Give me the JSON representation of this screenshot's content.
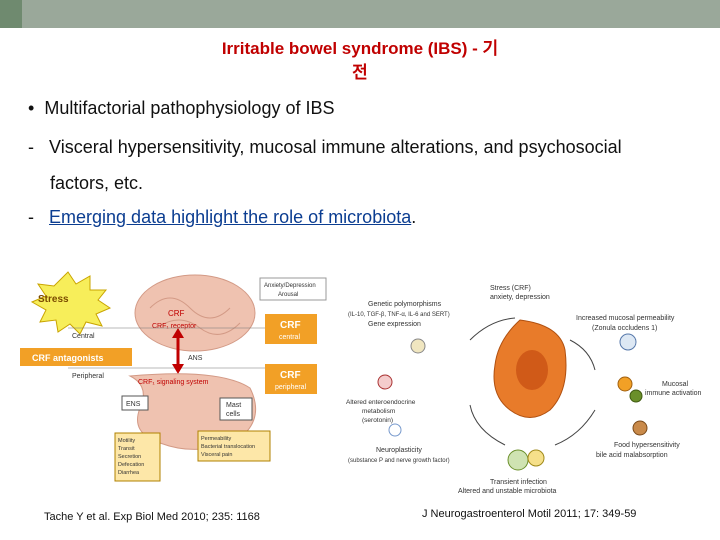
{
  "slide": {
    "title_line1": "Irritable bowel syndrome (IBS) - 기",
    "title_line2": "전",
    "bullet_marker": "•",
    "bullet": "Multifactorial pathophysiology of IBS",
    "dash": "-",
    "line1a": "Visceral hypersensitivity, mucosal immune alterations, and psychosocial",
    "line1b": "factors, etc.",
    "line2_link": "Emerging data highlight the role of microbiota",
    "line2_tail": ".",
    "citation_left": "Tache Y et al. Exp Biol Med 2010; 235: 1168",
    "citation_right": "J Neurogastroenterol Motil 2011; 17: 349-59"
  },
  "left_figure": {
    "stress": "Stress",
    "anxiety": "Anxiety/Depression",
    "arousal": "Arousal",
    "crf_receptor_1": "CRF",
    "crf_receptor_2": "CRF₁ receptor",
    "central": "Central",
    "crf_central_1": "CRF",
    "crf_central_2": "central",
    "crf_antagonists": "CRF antagonists",
    "ans": "ANS",
    "peripheral": "Peripheral",
    "crf_signaling": "CRF₁ signaling system",
    "crf_peripheral_1": "CRF",
    "crf_peripheral_2": "peripheral",
    "ens": "ENS",
    "mast_1": "Mast",
    "mast_2": "cells",
    "motility": "Motility",
    "transit": "Transit",
    "secretion": "Secretion",
    "defecation": "Defecation",
    "diarrhea": "Diarrhea",
    "permeability": "Permeability",
    "bacterial": "Bacterial translocation",
    "visceral_pain": "Visceral pain"
  },
  "right_figure": {
    "stress_1": "Stress (CRF)",
    "stress_2": "anxiety, depression",
    "genetic_1": "Genetic polymorphisms",
    "genetic_2": "(IL-10, TGF-β, TNF-α, IL-6 and SERT)",
    "genetic_3": "Gene expression",
    "perm_1": "Increased mucosal permeability",
    "perm_2": "(Zonula occludens 1)",
    "entero_1": "Altered enteroendocrine",
    "entero_2": "metabolism",
    "entero_3": "(serotonin)",
    "mucosal_1": "Mucosal",
    "mucosal_2": "immune activation",
    "neuro_1": "Neuroplasticity",
    "neuro_2": "(substance P and nerve growth factor)",
    "food_1": "Food hypersensitivity",
    "food_2": "bile acid malabsorption",
    "infection_1": "Transient infection",
    "infection_2": "Altered and unstable microbiota"
  }
}
